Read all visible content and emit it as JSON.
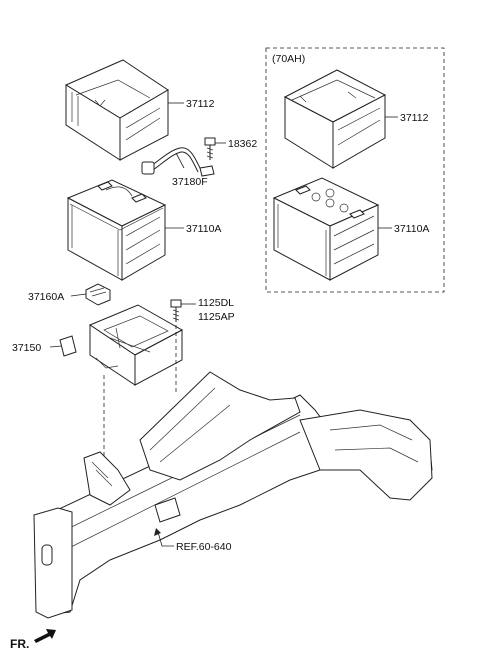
{
  "variant_box": {
    "label": "(70AH)"
  },
  "callouts": {
    "tray_main": "37112",
    "bolt_18362": "18362",
    "cable": "37180F",
    "battery_main": "37110A",
    "bracket": "37160A",
    "bolt_1": "1125DL",
    "bolt_2": "1125AP",
    "tray_base": "37150",
    "tray_70ah": "37112",
    "battery_70ah": "37110A",
    "ref": "REF.60-640"
  },
  "orientation": {
    "label": "FR."
  }
}
